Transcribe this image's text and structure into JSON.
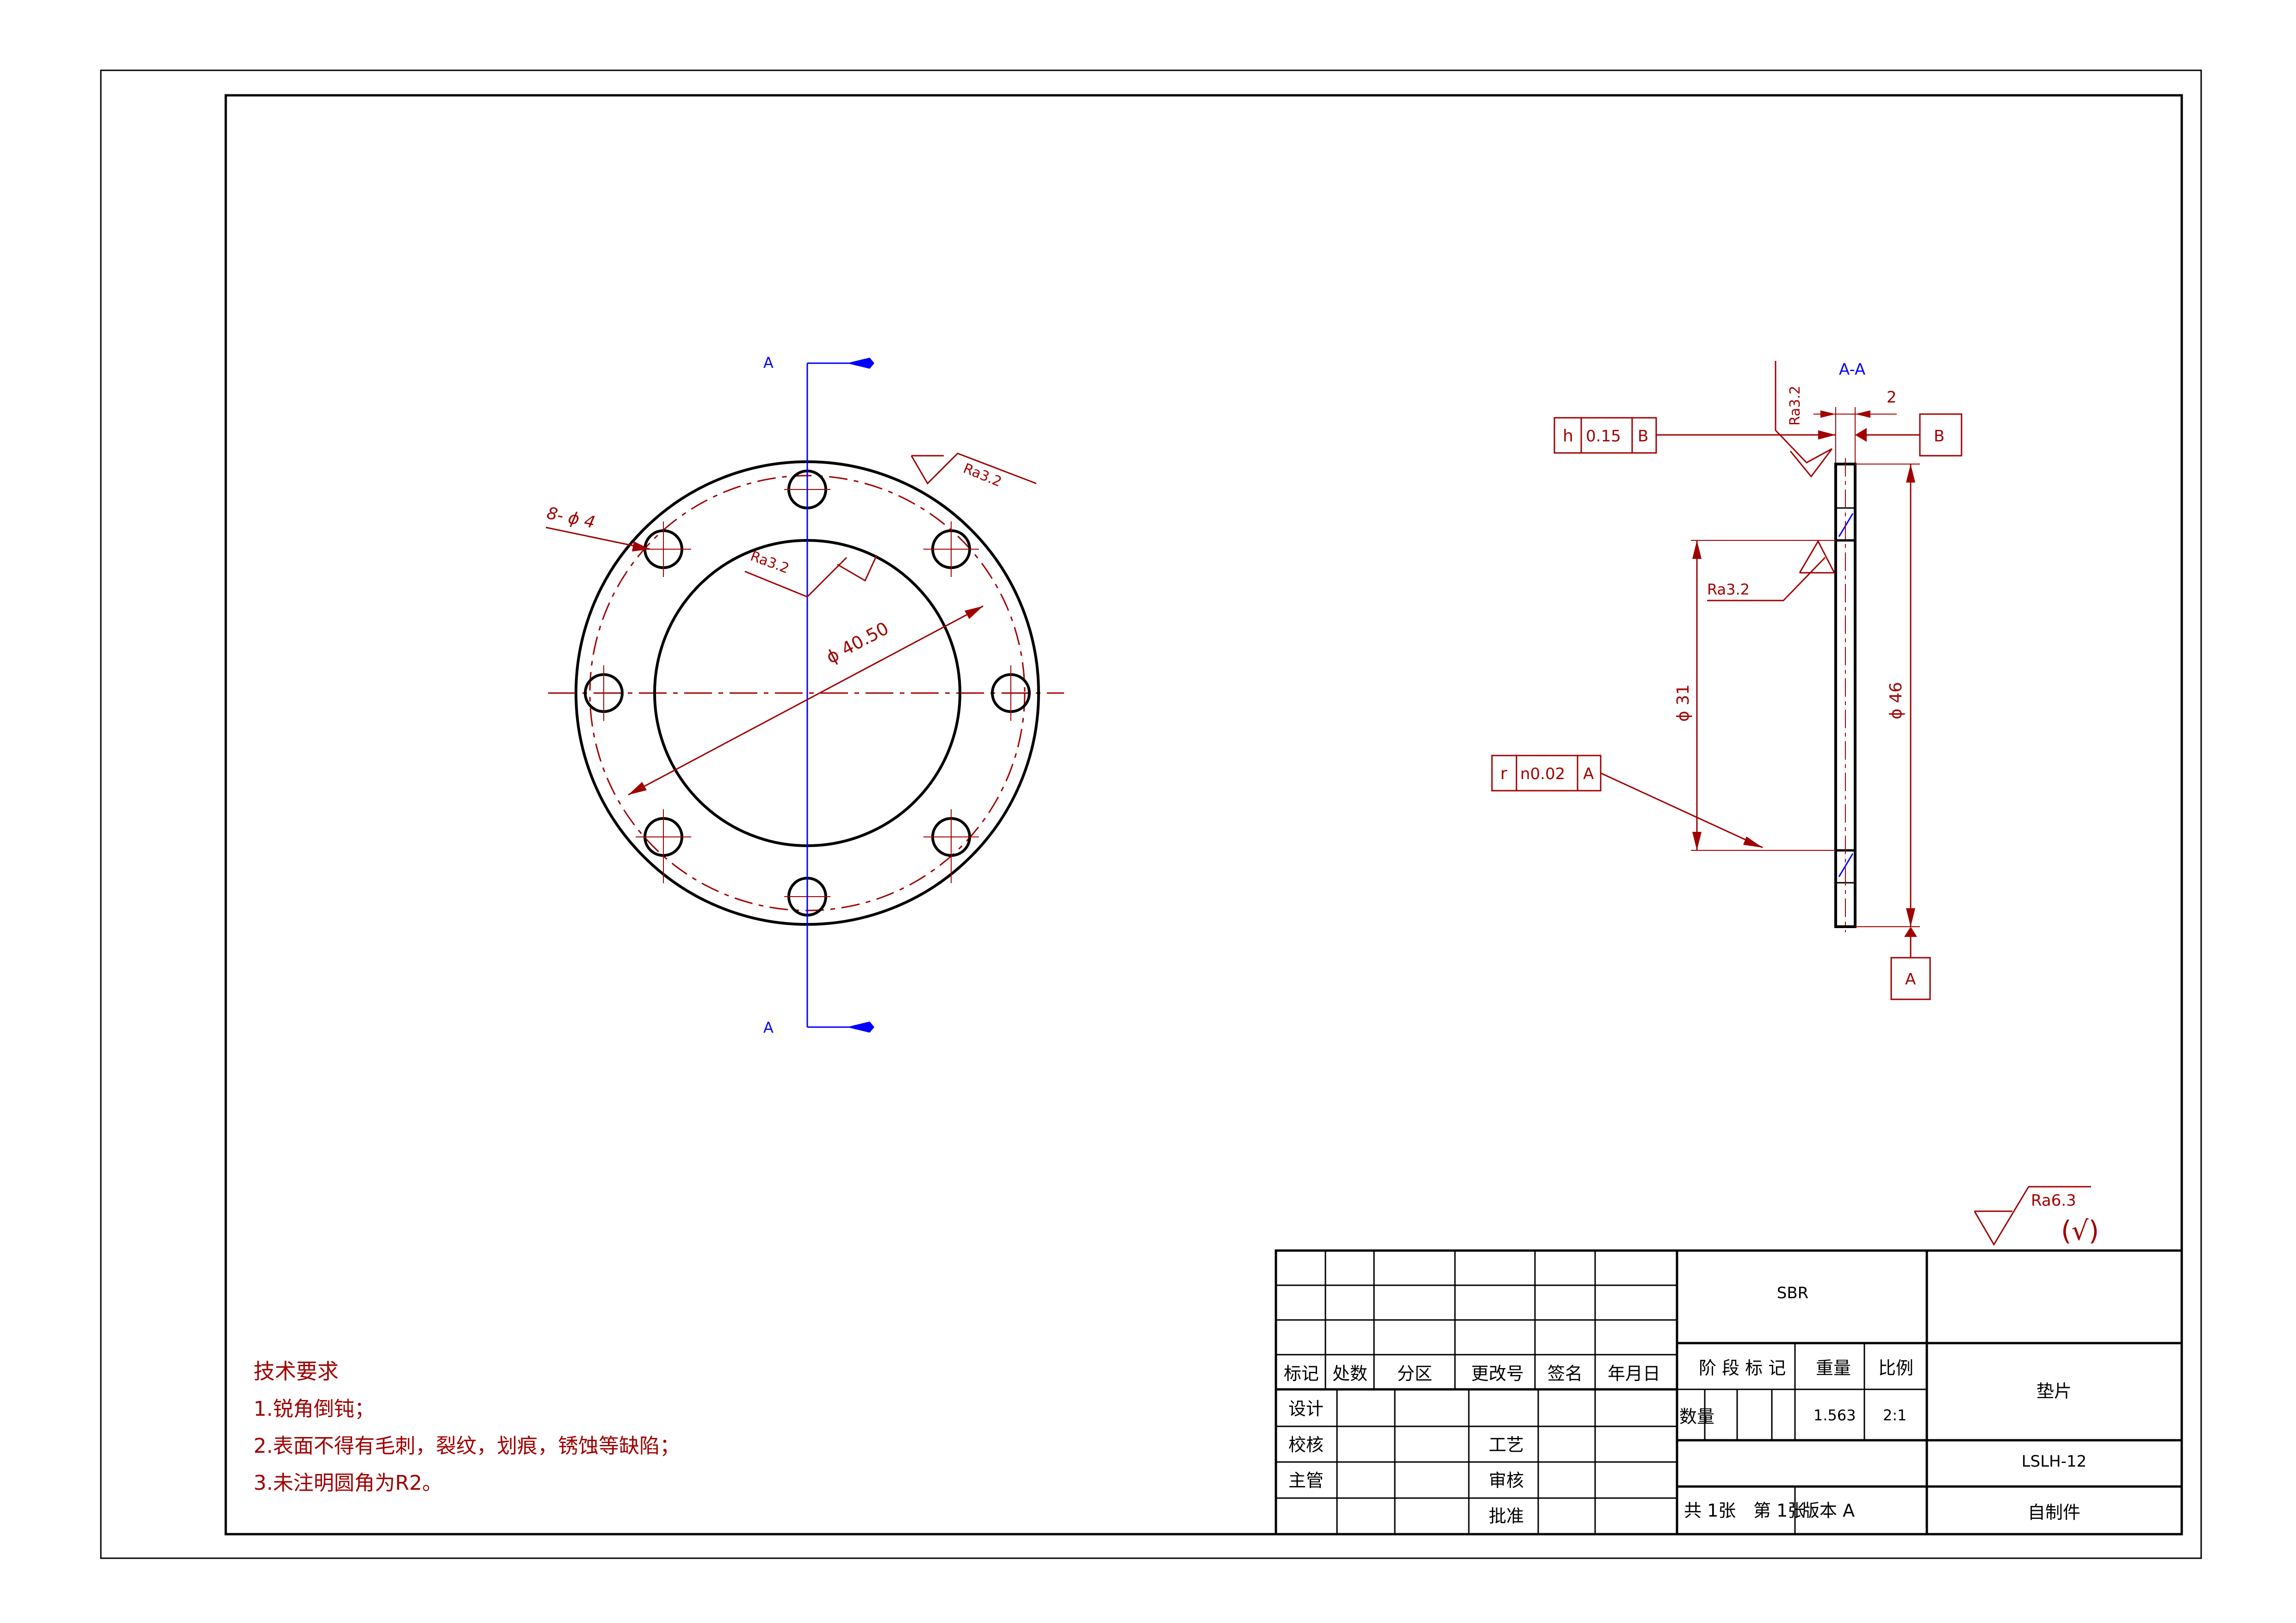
{
  "colors": {
    "outline": "#000000",
    "annotation": "#a00000",
    "section": "#0000ff",
    "background": "#ffffff"
  },
  "front_view": {
    "section_label_top": "A",
    "section_label_bottom": "A",
    "holes_callout": "8- ϕ 4",
    "roughness_outer": "Ra3.2",
    "roughness_inner": "Ra3.2",
    "pcd_dimension": "ϕ 40.50"
  },
  "section_view": {
    "title": "A-A",
    "thickness_dim": "2",
    "roughness_face": "Ra3.2",
    "roughness_bore": "Ra3.2",
    "bore_dim": "ϕ 31",
    "outer_dim": "ϕ 46",
    "tol_parallel": {
      "symbol": "h",
      "value": "0.15",
      "datum": "B"
    },
    "tol_runout": {
      "symbol": "r",
      "value": "n0.02",
      "datum": "A"
    },
    "datum_b": "B",
    "datum_a": "A"
  },
  "general_roughness": {
    "value": "Ra6.3",
    "suffix": "(√)"
  },
  "tech_requirements": {
    "title": "技术要求",
    "items": [
      "1.锐角倒钝；",
      "2.表面不得有毛刺，裂纹，划痕，锈蚀等缺陷；",
      "3.未注明圆角为R2。"
    ]
  },
  "title_block": {
    "header": [
      "标记",
      "处数",
      "分区",
      "更改号",
      "签名",
      "年月日"
    ],
    "roles": [
      "设计",
      "校核",
      "主管"
    ],
    "roles_right": [
      "工艺",
      "审核",
      "批准"
    ],
    "material": "SBR",
    "stage_label": "阶 段 标 记",
    "weight_label": "重量",
    "scale_label": "比例",
    "quantity_label": "数量",
    "weight_value": "1.563",
    "scale_value": "2:1",
    "part_name": "垫片",
    "drawing_number": "LSLH-12",
    "source": "自制件",
    "sheets_total": "共 1张",
    "sheet_number": "第 1张",
    "version": "版本  A"
  }
}
